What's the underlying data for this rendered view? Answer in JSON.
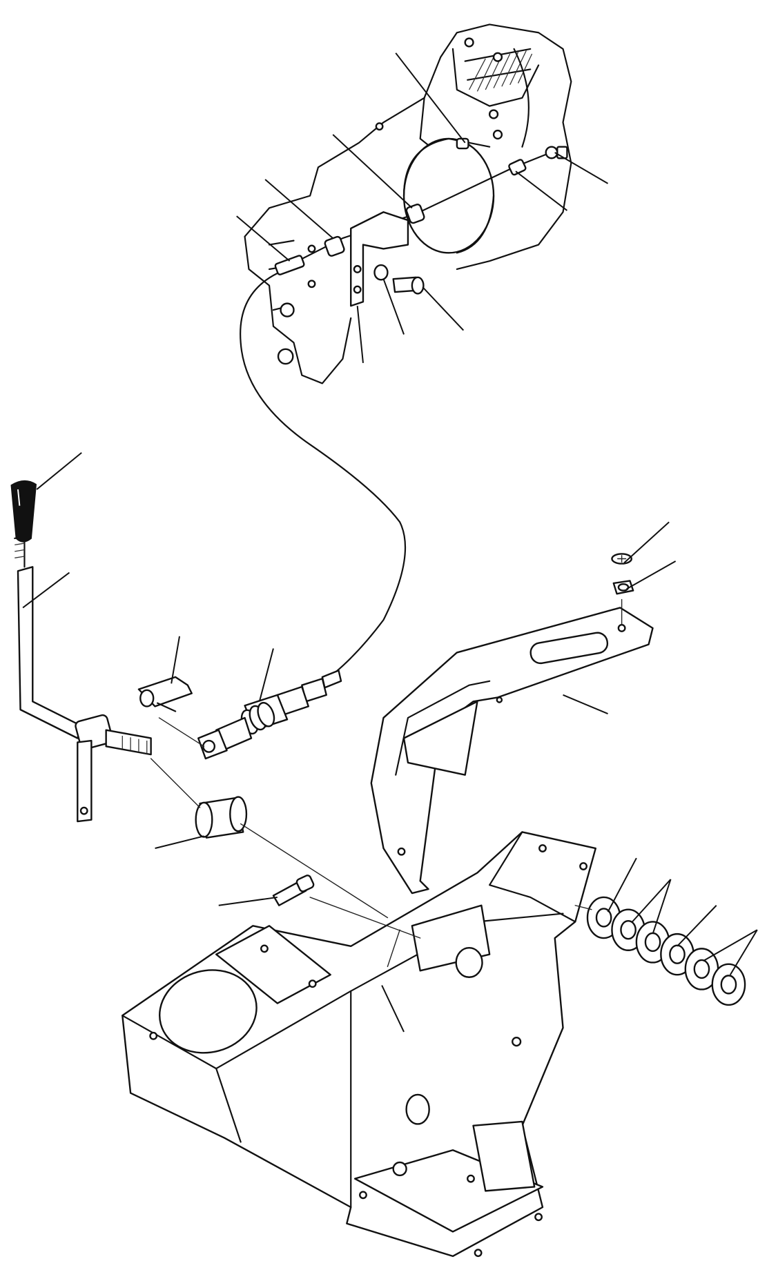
{
  "diagram": {
    "kind": "exploded-parts-view",
    "callout_labels": [],
    "components": [
      "engine-block",
      "accelerator-cable",
      "cable-bracket",
      "control-lever",
      "lever-knob",
      "console-bracket",
      "pedestal-housing",
      "bushing",
      "washer-stack"
    ]
  }
}
